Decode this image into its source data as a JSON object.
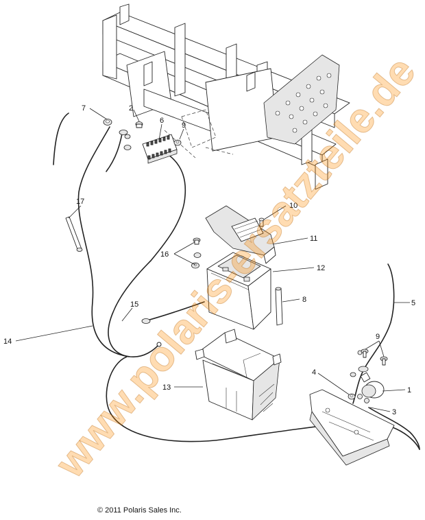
{
  "watermark": "www.polaris-ersatzteile.de",
  "copyright": "© 2011 Polaris Sales Inc.",
  "callouts": {
    "c1": "1",
    "c2": "2",
    "c3": "3",
    "c4": "4",
    "c5": "5",
    "c6": "6",
    "c7": "7",
    "c8": "8",
    "c9a": "9",
    "c9b": "9",
    "c10": "10",
    "c11": "11",
    "c12": "12",
    "c13": "13",
    "c14": "14",
    "c15": "15",
    "c16": "16",
    "c17": "17"
  },
  "colors": {
    "line": "#222222",
    "watermark": "#ff8a00",
    "background": "#ffffff"
  }
}
